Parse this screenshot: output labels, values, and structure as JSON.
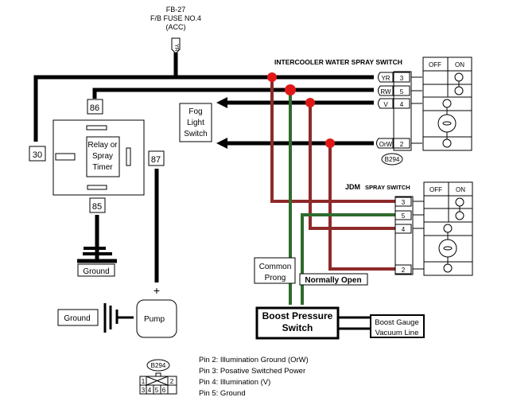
{
  "fuse": {
    "line1": "FB-27",
    "line2": "F/B FUSE NO.4",
    "line3": "(ACC)",
    "wire_tag": "YR"
  },
  "relay": {
    "label_line1": "Relay or",
    "label_line2": "Spray",
    "label_line3": "Timer",
    "pin_30": "30",
    "pin_86": "86",
    "pin_85": "85",
    "pin_87": "87"
  },
  "ground_relay": {
    "label": "Ground"
  },
  "pump": {
    "label": "Pump",
    "plus": "+",
    "ground_label": "Ground"
  },
  "fog_light_switch": {
    "line1": "Fog",
    "line2": "Light",
    "line3": "Switch"
  },
  "intercooler_switch": {
    "title": "INTERCOOLER WATER  SPRAY SWITCH",
    "off_label": "OFF",
    "on_label": "ON",
    "connector": "B294",
    "pins": [
      {
        "wire": "YR",
        "pin": "3"
      },
      {
        "wire": "RW",
        "pin": "5"
      },
      {
        "wire": "V",
        "pin": "4"
      },
      {
        "wire": "OrW",
        "pin": "2"
      }
    ]
  },
  "jdm_switch": {
    "title_bold": "JDM",
    "title_rest": "SPRAY SWITCH",
    "off_label": "OFF",
    "on_label": "ON",
    "pins": [
      "3",
      "5",
      "4",
      "2"
    ]
  },
  "common_prong": {
    "line1": "Common",
    "line2": "Prong"
  },
  "normally_open": {
    "label": "Normally Open"
  },
  "boost_switch": {
    "line1": "Boost Pressure",
    "line2": "Switch"
  },
  "boost_gauge": {
    "line1": "Boost Gauge",
    "line2": "Vacuum Line"
  },
  "legend": {
    "connector": "B294",
    "connector_pins": [
      "1",
      "2",
      "3",
      "4",
      "5",
      "6"
    ],
    "notes": [
      "Pin 2: Illumination Ground (OrW)",
      "Pin 3: Posative Switched Power",
      "Pin 4: Illumination (V)",
      "Pin 5: Ground"
    ]
  },
  "colors": {
    "wire_black": "#000000",
    "wire_red": "#8e2a2a",
    "wire_green": "#2e6b2e",
    "splice_dot": "#e01818"
  }
}
